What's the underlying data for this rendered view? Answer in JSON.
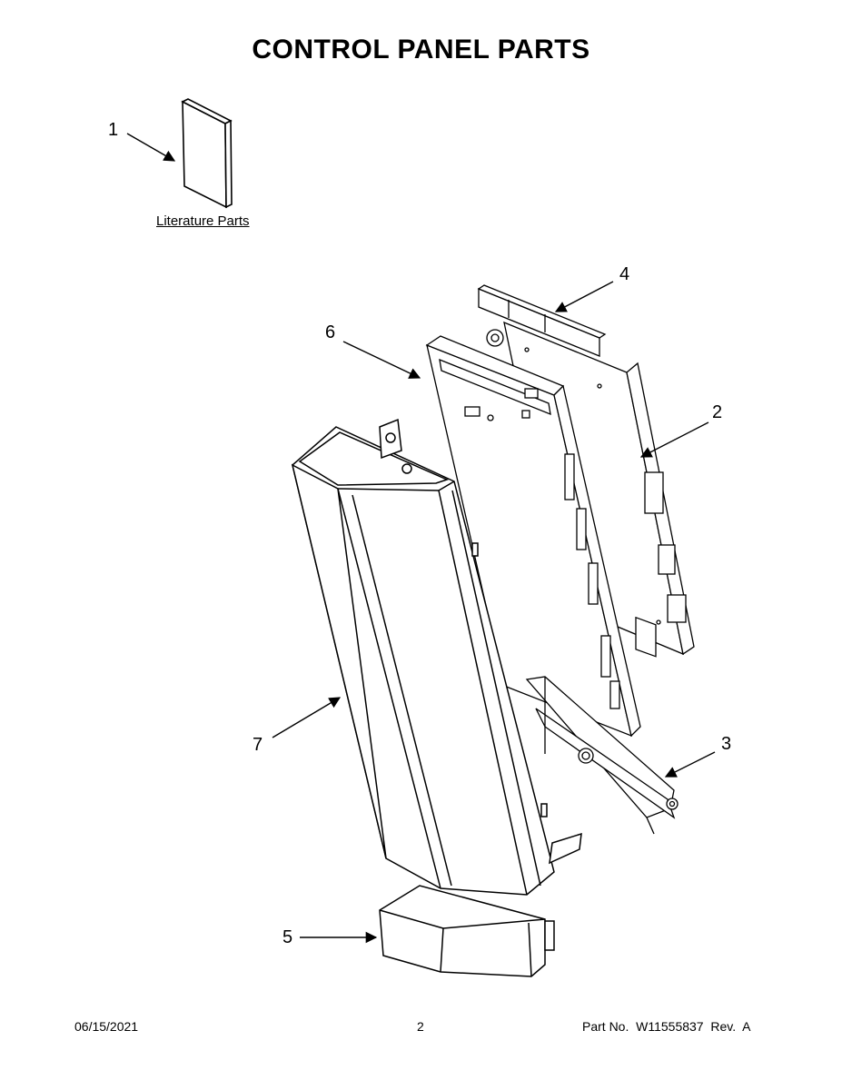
{
  "title": "CONTROL PANEL PARTS",
  "literature_label": "Literature Parts",
  "callouts": [
    "1",
    "2",
    "3",
    "4",
    "5",
    "6",
    "7"
  ],
  "footer": {
    "date": "06/15/2021",
    "page": "2",
    "part_no": "Part No.  W11555837  Rev.  A"
  }
}
